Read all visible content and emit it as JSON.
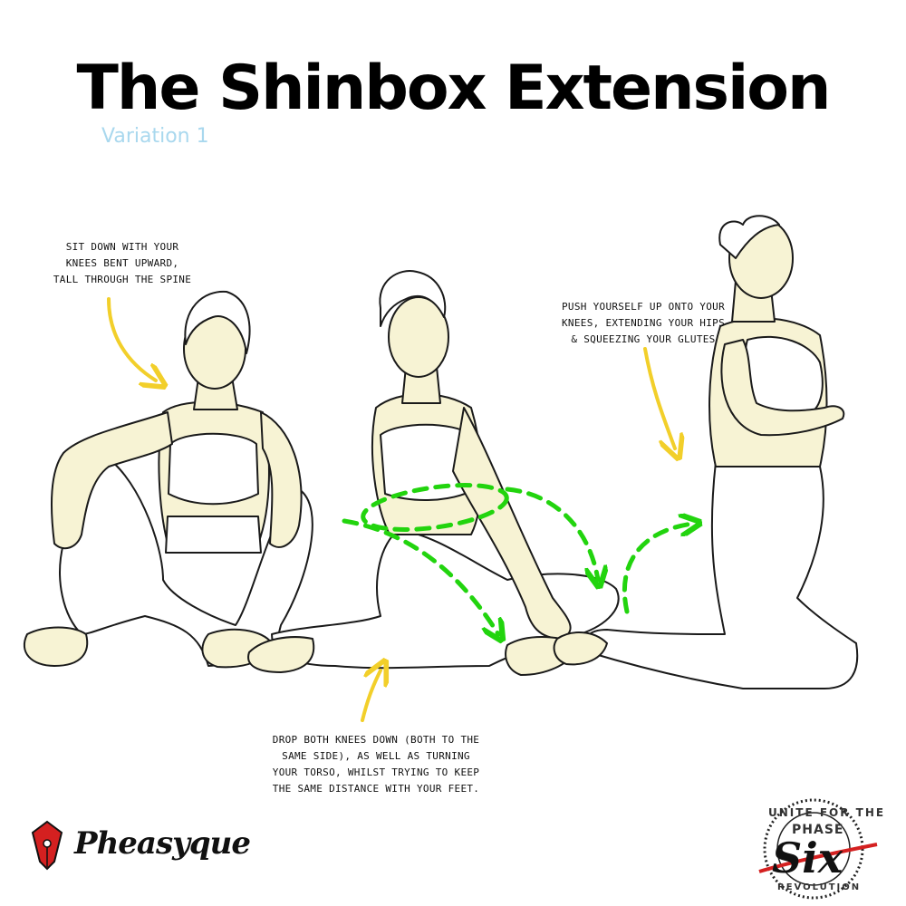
{
  "header": {
    "title": "The Shinbox Extension",
    "subtitle": "Variation 1"
  },
  "instructions": [
    {
      "lines": [
        "Sit down with your",
        "knees bent upward,",
        "tall through the spine"
      ]
    },
    {
      "lines": [
        "Push yourself up onto your",
        "knees, extending your hips",
        "& squeezing your glutes"
      ]
    },
    {
      "lines": [
        "Drop both knees down (both to the",
        "same side), as well as turning",
        "your torso, whilst trying to keep",
        "the same distance with your feet."
      ]
    }
  ],
  "colors": {
    "skin": "#f7f3d4",
    "outline": "#1a1a1a",
    "callout_arrow": "#f2cf2a",
    "motion_arrow": "#22d40e",
    "subtitle": "#a9d8ee",
    "brand_red": "#d42020"
  },
  "logos": {
    "left": {
      "brand": "Pheasyque",
      "icon": "pen-nib-icon"
    },
    "right": {
      "top_ring": "UNITE FOR THE",
      "phase": "PHASE",
      "six": "Six",
      "bottom_ring": "REVOLUTION"
    }
  }
}
